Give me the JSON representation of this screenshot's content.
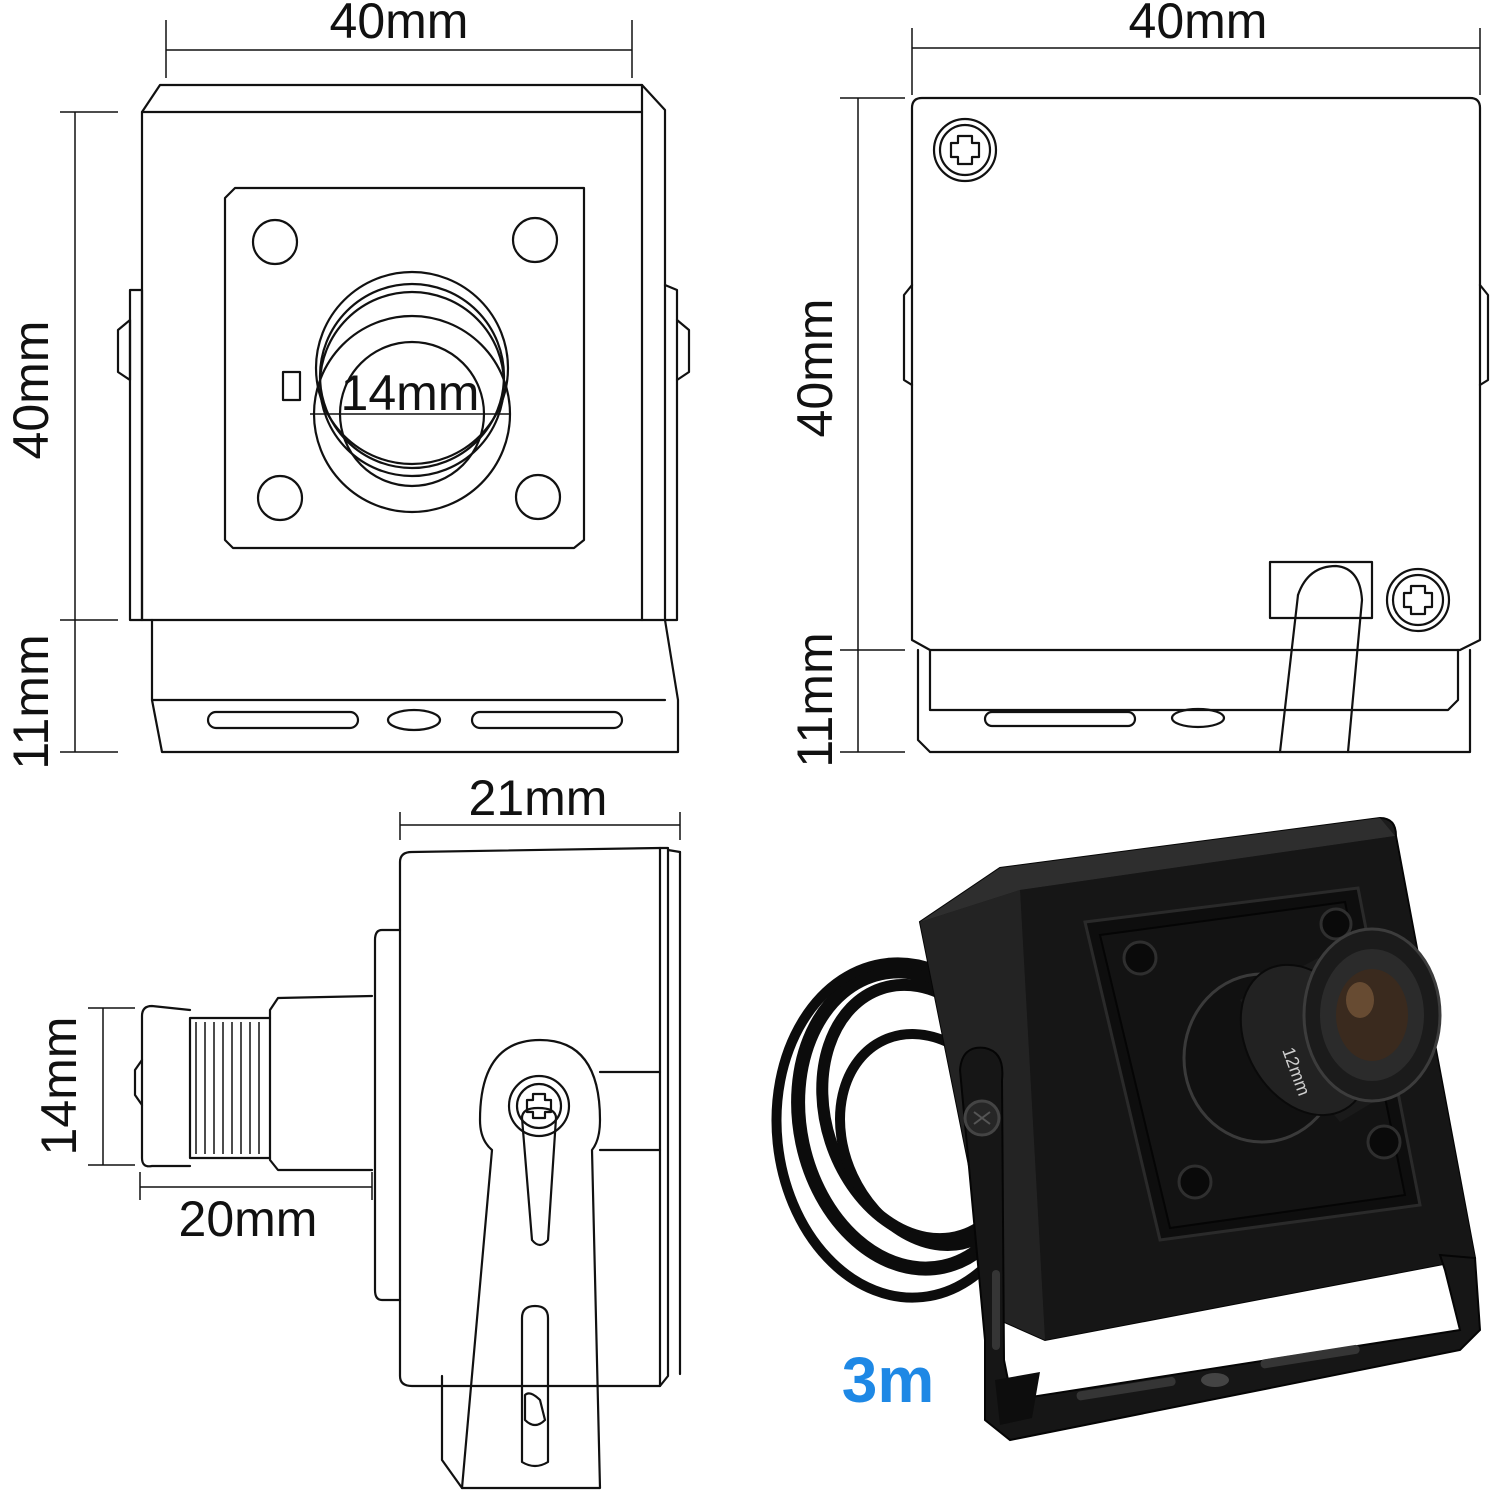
{
  "front_view": {
    "width_label": "40mm",
    "height_label": "40mm",
    "bracket_label": "11mm",
    "lens_label": "14mm"
  },
  "back_view": {
    "width_label": "40mm",
    "height_label": "40mm",
    "bracket_label": "11mm"
  },
  "side_view": {
    "depth_label": "21mm",
    "lens_diameter_label": "14mm",
    "lens_length_label": "20mm"
  },
  "product_photo": {
    "lens_marking": "12mm",
    "cable_length_label": "3m",
    "cable_label_color": "#1e88e5",
    "body_color": "#1a1a1a"
  }
}
